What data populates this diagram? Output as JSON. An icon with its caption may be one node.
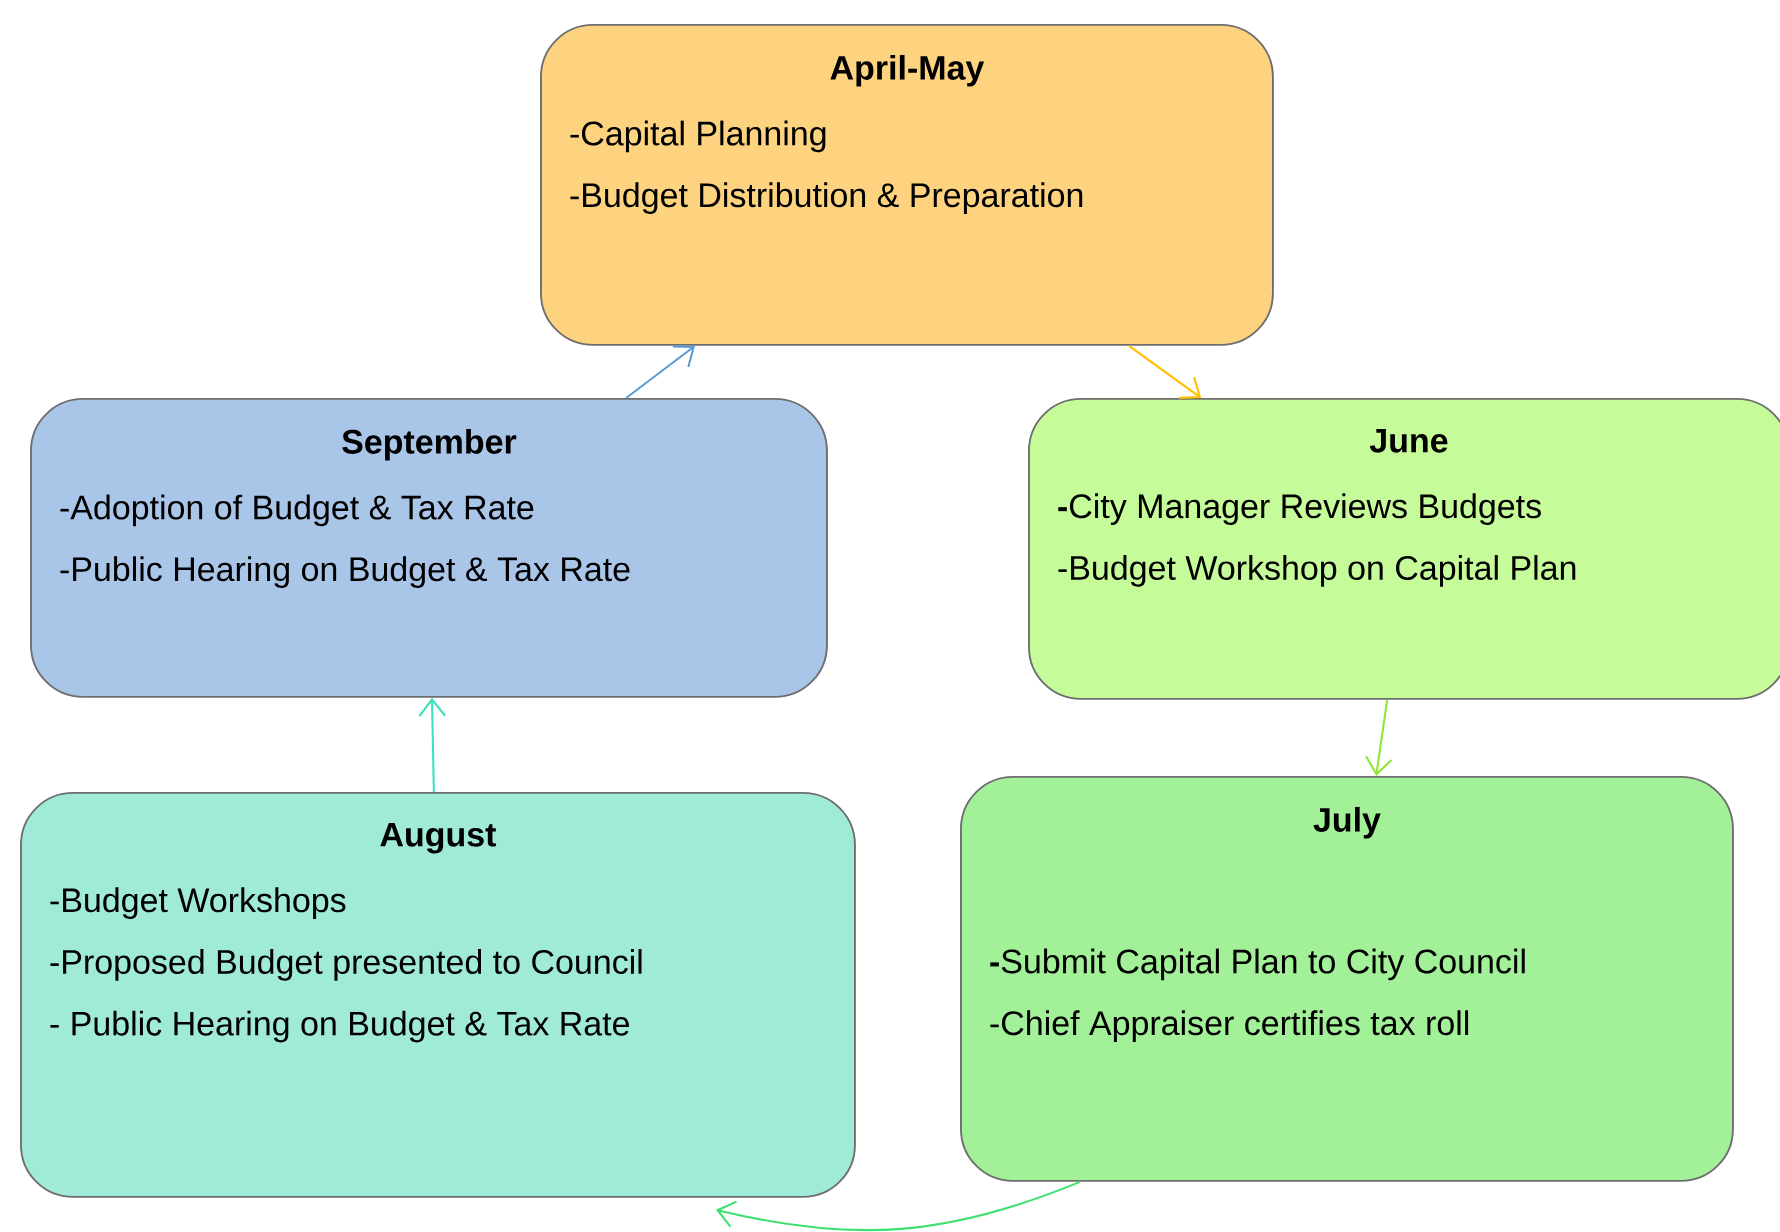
{
  "diagram": {
    "nodes": [
      {
        "text": [
          "April-May",
          "-Capital Planning",
          "-Budget Distribution & Preparation"
        ]
      },
      {
        "text": [
          "September",
          "-Adoption of Budget & Tax Rate",
          "-Public Hearing on Budget & Tax Rate"
        ]
      },
      {
        "text": [
          "June",
          "**-**City Manager Reviews Budgets",
          "-Budget Workshop on Capital Plan"
        ]
      },
      {
        "text": [
          "August",
          "-Budget Workshops",
          "-Proposed Budget presented to Council",
          "- Public Hearing on Budget & Tax Rate"
        ]
      },
      {
        "text": [
          "July",
          "**-**Submit Capital Plan to City Council",
          "-Chief Appraiser certifies tax roll"
        ]
      }
    ],
    "edges": [
      {
        "from": 0,
        "to": 2,
        "arrow": "to",
        "color": "#ffc000"
      },
      {
        "from": 2,
        "to": 4,
        "arrow": "to",
        "color": "#92e63a"
      },
      {
        "from": 4,
        "to": 3,
        "arrow": "to",
        "color": "#3ee070"
      },
      {
        "from": 3,
        "to": 1,
        "arrow": "to",
        "color": "#3fe0c0"
      },
      {
        "from": 1,
        "to": 0,
        "arrow": "to",
        "color": "#5b9bd5"
      }
    ]
  }
}
